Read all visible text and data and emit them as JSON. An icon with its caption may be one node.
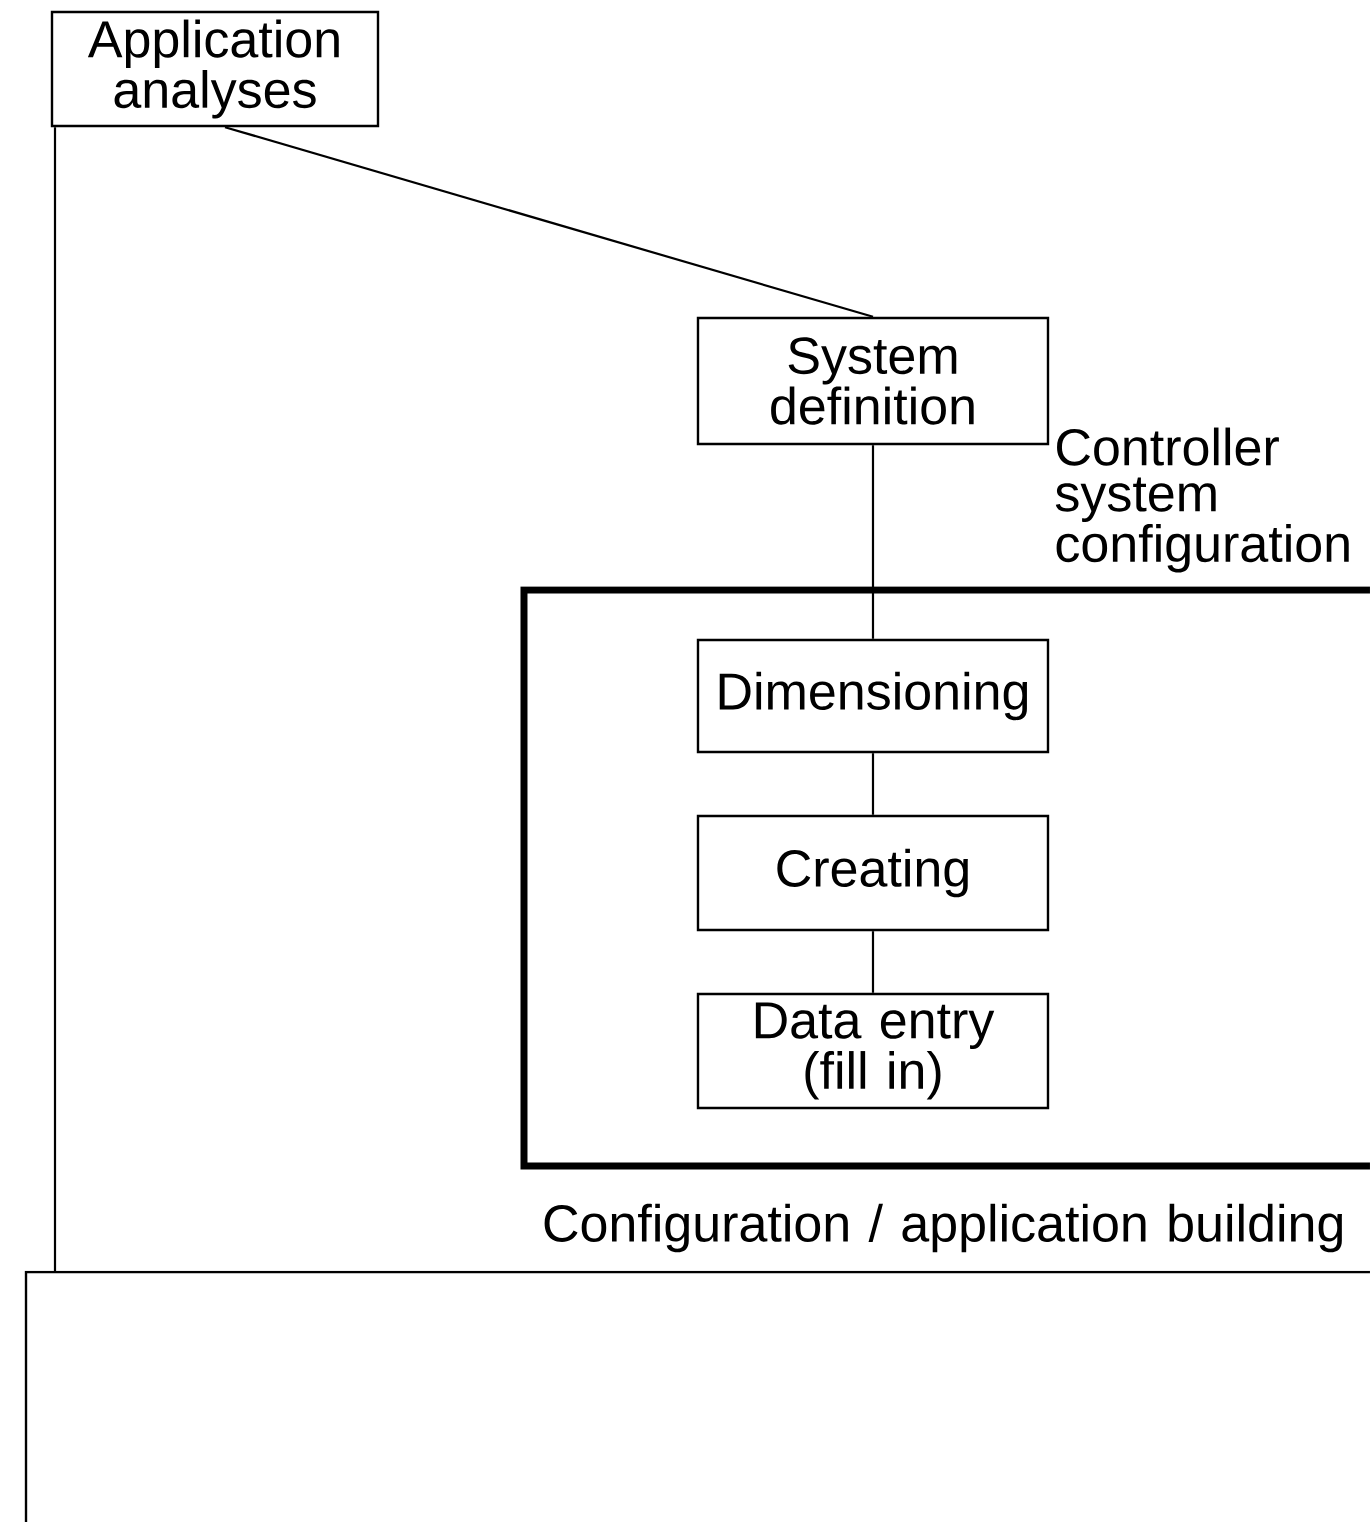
{
  "diagram": {
    "nodes": [
      {
        "text": [
          "Application analyses"
        ]
      },
      {
        "text": [
          "System definition"
        ]
      },
      {
        "text": [
          "Controller system configuration"
        ]
      },
      {
        "text": [
          "Dimensioning"
        ],
        "in": 2
      },
      {
        "text": [
          "Creating"
        ],
        "in": 2
      },
      {
        "text": [
          "Data entry (fill in)"
        ],
        "in": 2
      },
      {
        "text": [
          "Configuration / application building"
        ]
      }
    ],
    "edges": [
      {
        "from": 0,
        "to": 1,
        "arrow": "none"
      },
      {
        "from": 1,
        "to": 3,
        "arrow": "none"
      },
      {
        "from": 3,
        "to": 4,
        "arrow": "none"
      },
      {
        "from": 4,
        "to": 5,
        "arrow": "none"
      },
      {
        "from": 0,
        "to": 6,
        "arrow": "none"
      }
    ]
  }
}
